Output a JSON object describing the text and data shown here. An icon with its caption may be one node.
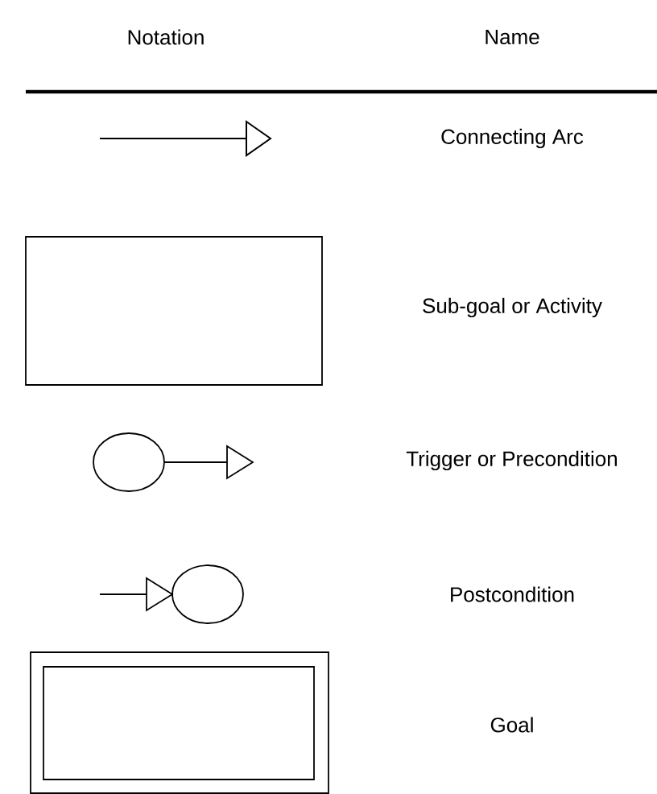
{
  "diagram": {
    "labels": [
      "Notation",
      "Name",
      "Connecting Arc",
      "Sub-goal or Activity",
      "Trigger or Precondition",
      "Postcondition",
      "Goal"
    ]
  }
}
